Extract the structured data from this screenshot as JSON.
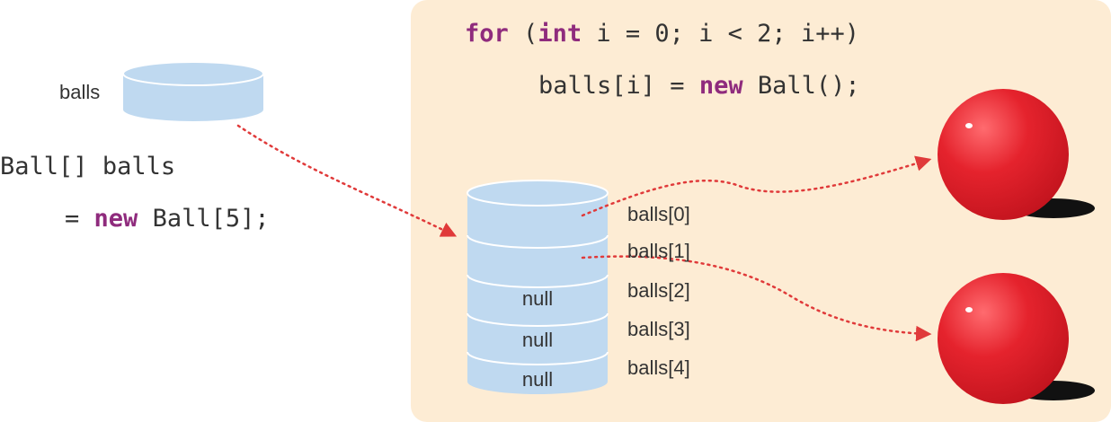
{
  "left_code": {
    "decl_type": "Ball[]",
    "decl_var": "balls",
    "assign_eq": "=",
    "assign_kw": "new",
    "assign_rest": "Ball[5];"
  },
  "top_code": {
    "for_kw": "for",
    "for_open": "(",
    "int_kw": "int",
    "for_rest": "i = 0; i < 2; i++)",
    "body_lhs": "balls[i] =",
    "body_kw": "new",
    "body_rest": "Ball();"
  },
  "reference_label": "balls",
  "array_slots": [
    {
      "label": "balls[0]",
      "value": ""
    },
    {
      "label": "balls[1]",
      "value": ""
    },
    {
      "label": "balls[2]",
      "value": "null"
    },
    {
      "label": "balls[3]",
      "value": "null"
    },
    {
      "label": "balls[4]",
      "value": "null"
    }
  ],
  "colors": {
    "panel": "#fdecd4",
    "cylinder": "#bfd9f0",
    "cylinder_stroke": "#ffffff",
    "arrow": "#e03a3a",
    "ball": "#e5232d",
    "keyword": "#8f2b7d"
  }
}
